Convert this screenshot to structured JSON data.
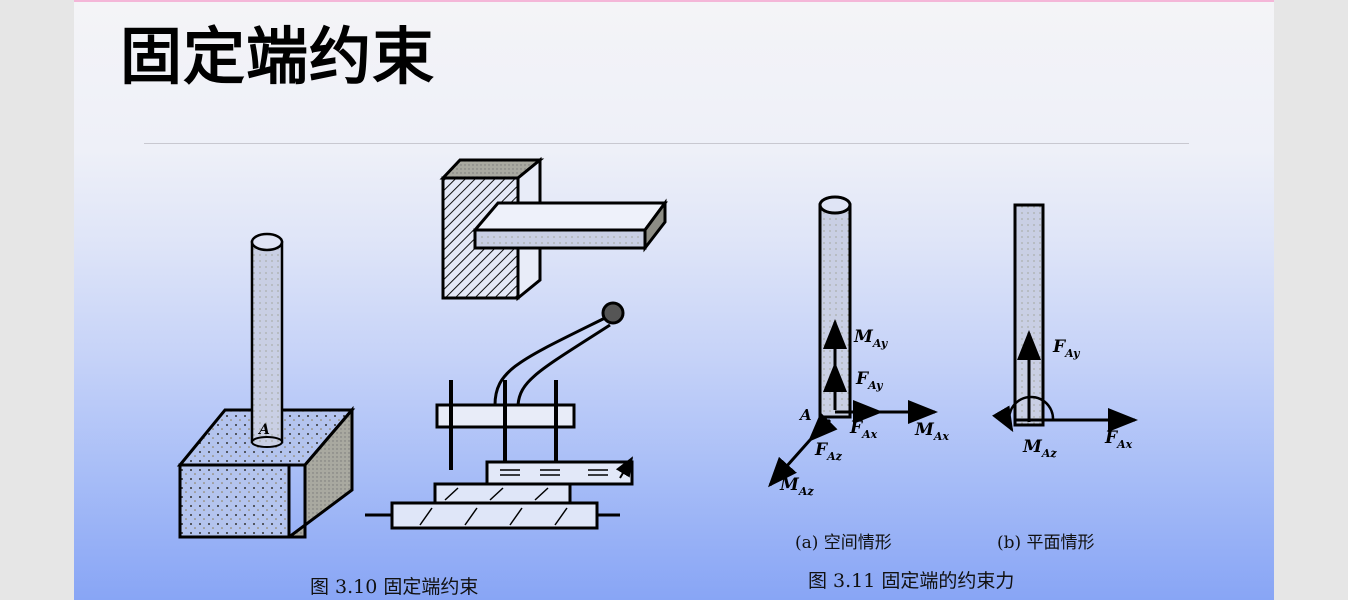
{
  "slide": {
    "title": "固定端约束",
    "accent_color": "#f4b6d8",
    "background_top": "#f4f4f7",
    "background_bottom": "#88a5f5"
  },
  "figure_3_10": {
    "caption": "图 3.10   固定端约束",
    "point_label": "A"
  },
  "figure_3_11": {
    "caption": "图 3.11   固定端的约束力",
    "sub_a": {
      "caption": "(a) 空间情形",
      "labels": {
        "A": "A",
        "MAy": "M",
        "MAy_sub": "Ay",
        "FAy": "F",
        "FAy_sub": "Ay",
        "FAx": "F",
        "FAx_sub": "Ax",
        "MAx": "M",
        "MAx_sub": "Ax",
        "FAz": "F",
        "FAz_sub": "Az",
        "MAz": "M",
        "MAz_sub": "Az"
      }
    },
    "sub_b": {
      "caption": "(b) 平面情形",
      "labels": {
        "FAy": "F",
        "FAy_sub": "Ay",
        "FAx": "F",
        "FAx_sub": "Ax",
        "MAz": "M",
        "MAz_sub": "Az"
      }
    }
  }
}
